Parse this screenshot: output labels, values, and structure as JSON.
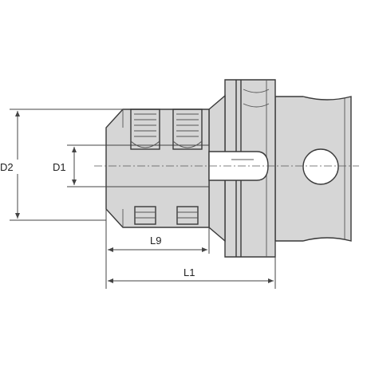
{
  "dimensions": {
    "d2": "D2",
    "d1": "D1",
    "l9": "L9",
    "l1": "L1"
  },
  "colors": {
    "body_fill": "#d6d6d6",
    "line": "#3a3a3a",
    "background": "#ffffff"
  }
}
